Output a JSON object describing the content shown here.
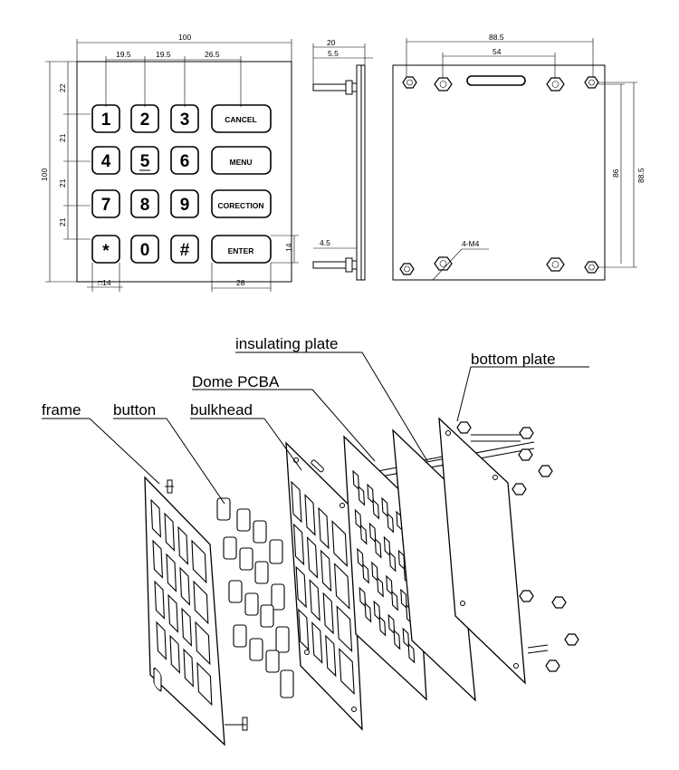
{
  "front_view": {
    "width_dim": "100",
    "height_dim": "100",
    "col_dims": [
      "19.5",
      "19.5",
      "26.5"
    ],
    "row_dims": [
      "22",
      "21",
      "21",
      "21"
    ],
    "button_height_dim": "14",
    "button_width_dim": "□14",
    "wide_button_width_dim": "28",
    "keys": [
      "1",
      "2",
      "3",
      "4",
      "5",
      "6",
      "7",
      "8",
      "9",
      "*",
      "0",
      "#"
    ],
    "function_keys": [
      "CANCEL",
      "MENU",
      "CORECTION",
      "ENTER"
    ]
  },
  "side_view": {
    "depth_dim": "20",
    "plate_dim": "5.5",
    "stud_dim": "4.5"
  },
  "back_view": {
    "hole_spacing_x": "88.5",
    "inner_spacing_x": "54",
    "hole_spacing_y": "88.5",
    "inner_spacing_y": "86",
    "thread_label": "4-M4"
  },
  "exploded_view": {
    "labels": {
      "frame": "frame",
      "button": "button",
      "bulkhead": "bulkhead",
      "dome_pcba": "Dome PCBA",
      "insulating_plate": "insulating plate",
      "bottom_plate": "bottom plate"
    }
  }
}
